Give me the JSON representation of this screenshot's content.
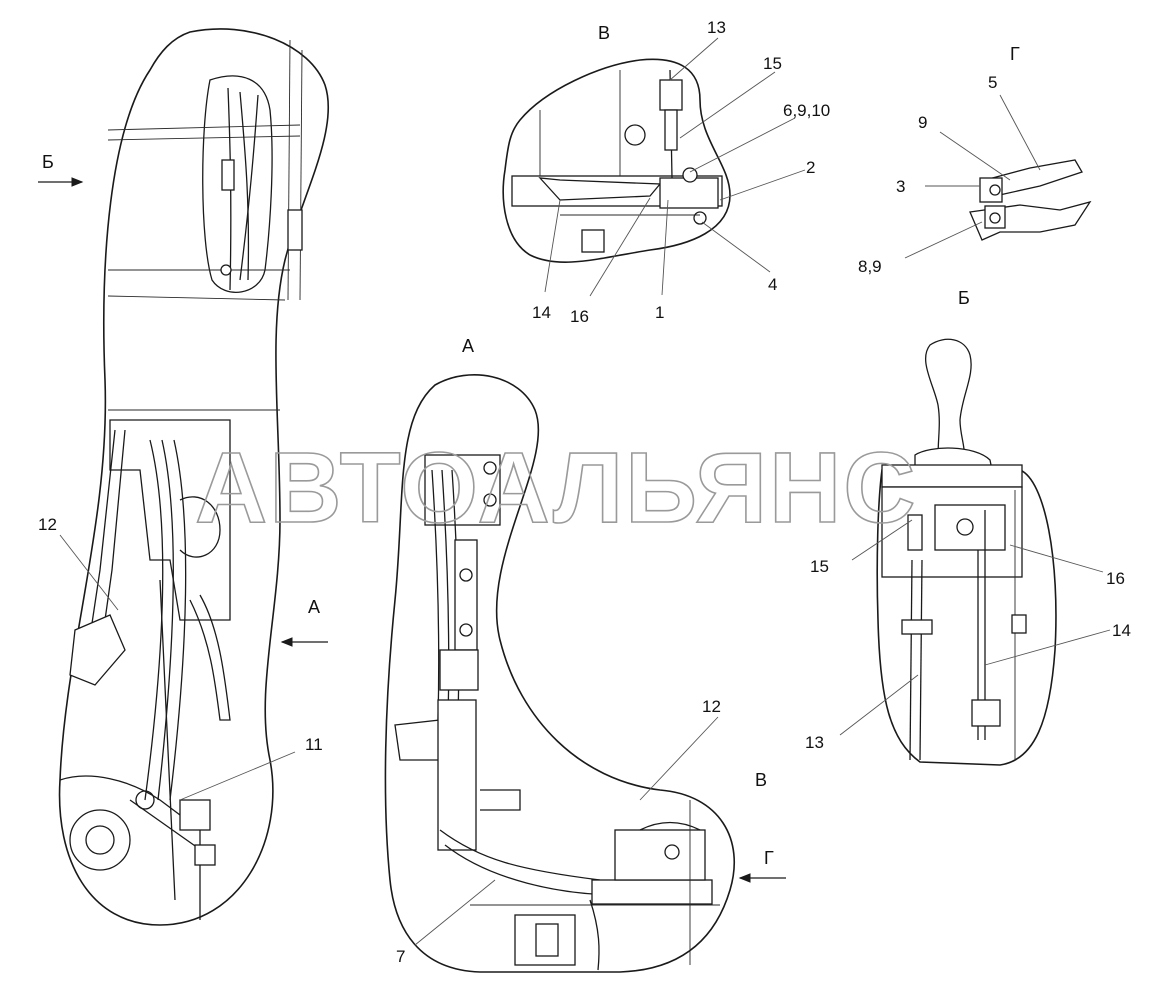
{
  "watermark": "АВТОАЛЬЯНС",
  "colors": {
    "line": "#1a1a1a",
    "background": "#ffffff",
    "watermark": "#9a9a9a"
  },
  "view_labels": {
    "b_left": "Б",
    "a_top": "А",
    "a_left_arrow": "А",
    "v_top": "В",
    "g_top": "Г",
    "b_bottom": "Б",
    "v_bottom": "В",
    "g_bottom": "Г"
  },
  "callouts": {
    "c13_top": "13",
    "c15_top": "15",
    "c6910": "6,9,10",
    "c2": "2",
    "c4": "4",
    "c14_top": "14",
    "c16_top": "16",
    "c1": "1",
    "c5": "5",
    "c9": "9",
    "c3": "3",
    "c89": "8,9",
    "c12_left": "12",
    "c11": "11",
    "c12_mid": "12",
    "c7": "7",
    "c15_right": "15",
    "c16_right": "16",
    "c14_right": "14",
    "c13_right": "13"
  }
}
